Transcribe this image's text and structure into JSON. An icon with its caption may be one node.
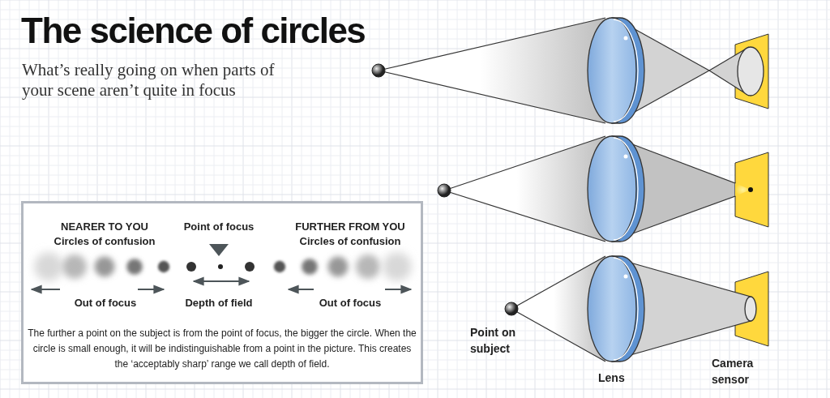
{
  "diagram": {
    "title": "The science of circles",
    "nodes": [
      {
        "text": [
          "NEARER TO YOU Circles of confusion",
          "Point of focus",
          "FURTHER FROM YOU Circles of confusion",
          "Out of focus",
          "Depth of field",
          "Out of focus",
          "The further a point on the subject is from the point of focus, the bigger the circle. When the circle is small enough, it will be indistinguishable from a point in the picture. This creates the ‘acceptably sharp’ range we call depth of field."
        ]
      }
    ],
    "labels": [
      "What’s really going on when parts of your scene aren’t quite in focus",
      "Point on subject",
      "Lens",
      "Camera sensor"
    ]
  }
}
